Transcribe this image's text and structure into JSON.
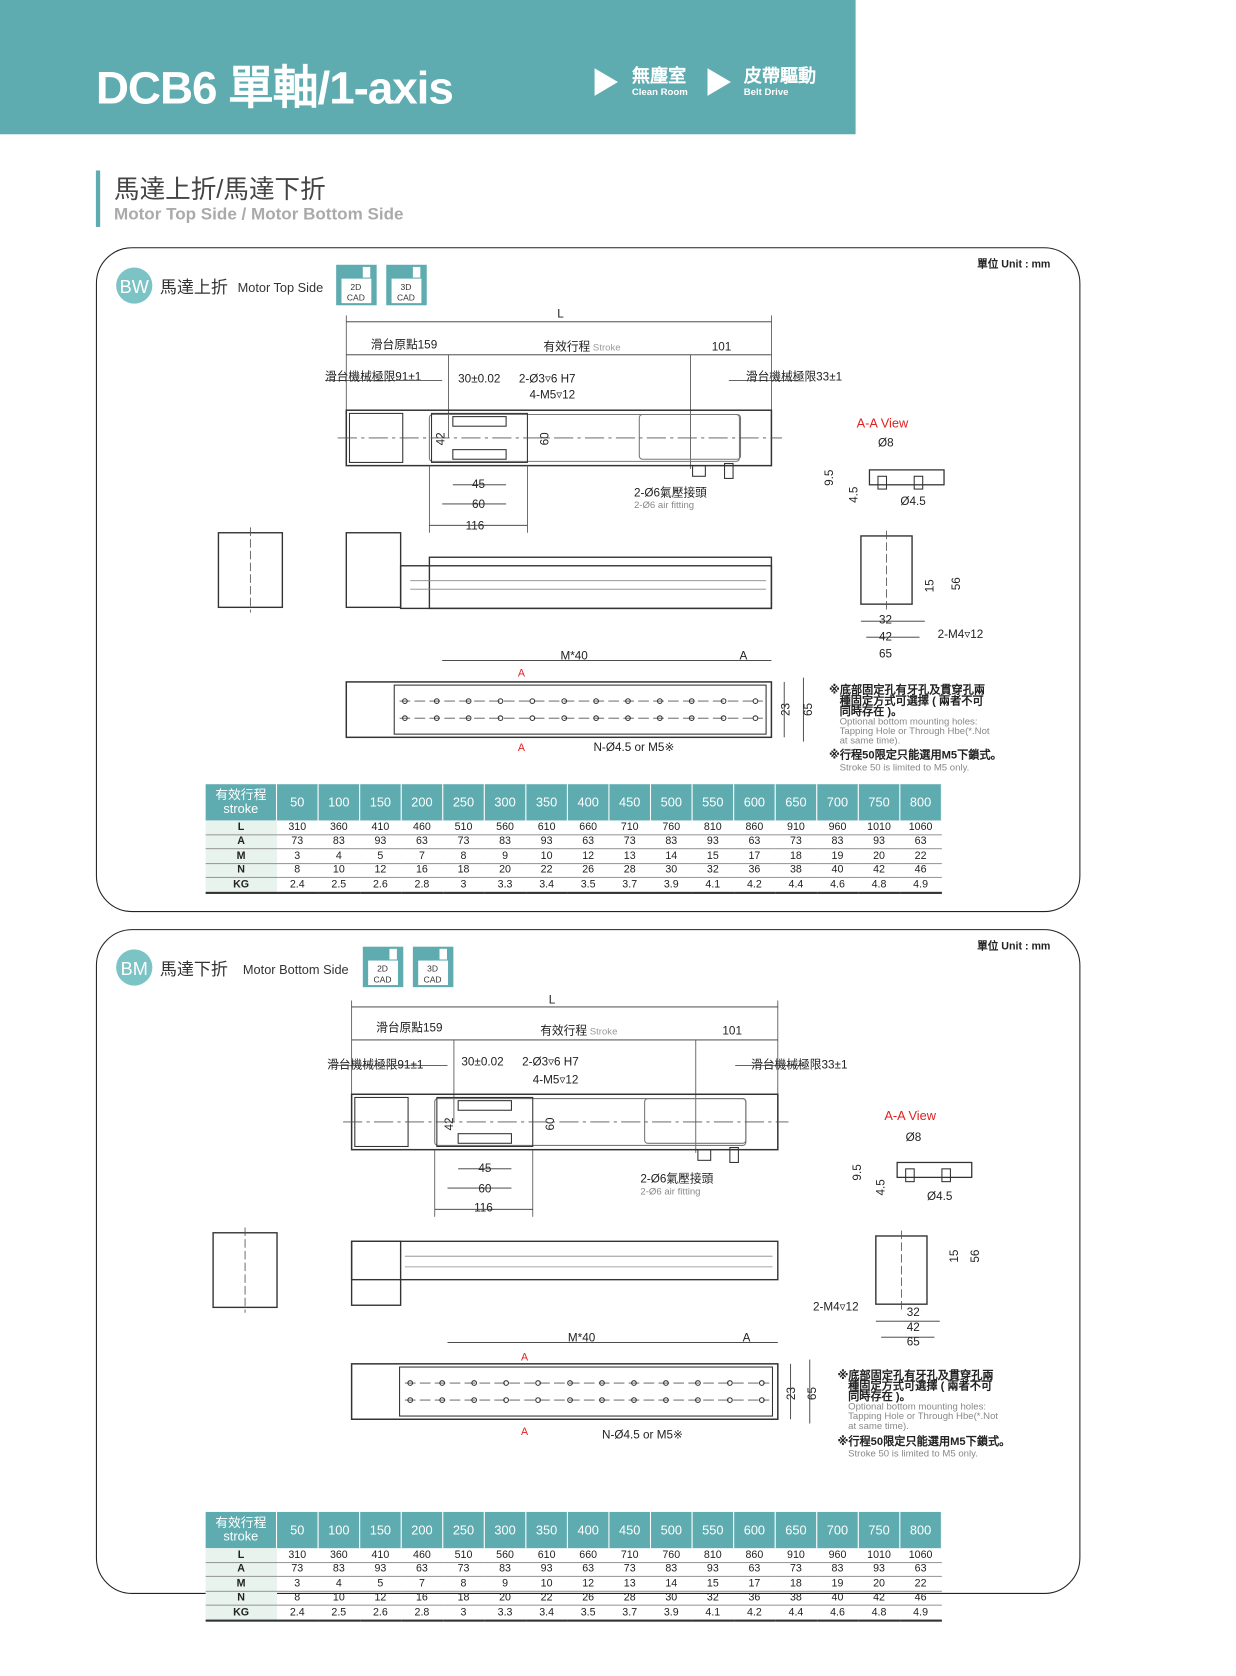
{
  "header": {
    "title": "DCB6",
    "title_cn": "單軸/1-axis",
    "tags": [
      {
        "cn": "無塵室",
        "en": "Clean Room"
      },
      {
        "cn": "皮帶驅動",
        "en": "Belt Drive"
      }
    ],
    "accent": "#5eabb0"
  },
  "section": {
    "title_cn": "馬達上折/馬達下折",
    "title_en": "Motor Top Side / Motor Bottom Side"
  },
  "panels": [
    {
      "badge": "BW",
      "name_cn": "馬達上折",
      "name_en": "Motor Top Side",
      "unit": "單位 Unit : mm",
      "cad": [
        {
          "a": "2D",
          "b": "CAD"
        },
        {
          "a": "3D",
          "b": "CAD"
        }
      ],
      "labels": {
        "L": "L",
        "origin": "滑台原點159",
        "stroke_cn": "有效行程",
        "stroke_en": "Stroke",
        "d101": "101",
        "lim_left": "滑台機械極限91±1",
        "tol": "30±0.02",
        "pin": "2-Ø3▿6 H7",
        "m5": "4-M5▿12",
        "lim_right": "滑台機械極限33±1",
        "d42": "42",
        "d60v": "60",
        "d45": "45",
        "d60": "60",
        "d116": "116",
        "air_cn": "2-Ø6氣壓接頭",
        "air_en": "2-Ø6 air fitting",
        "aa": "A-A View",
        "o8": "Ø8",
        "d95": "9.5",
        "d45b": "4.5",
        "o45": "Ø4.5",
        "d15": "15",
        "d56": "56",
        "d32": "32",
        "d42b": "42",
        "d65": "65",
        "m4": "2-M4▿12",
        "m40": "M*40",
        "a_top": "A",
        "a1": "A",
        "a2": "A",
        "d23": "23",
        "d65b": "65",
        "nhole": "N-Ø4.5 or M5※",
        "note1": "※底部固定孔有牙孔及貫穿孔兩",
        "note2": "種固定方式可選擇 ( 兩者不可",
        "note3": "同時存在 )。",
        "note4": "Optional  bottom mounting holes:",
        "note5": "Tapping Hole or Through Hbe(*.Not",
        "note6": "at same time).",
        "note7": "※行程50限定只能選用M5下鎖式。",
        "note8": "Stroke 50 is limited to M5 only."
      }
    },
    {
      "badge": "BM",
      "name_cn": "馬達下折",
      "name_en": "Motor Bottom Side",
      "unit": "單位 Unit : mm",
      "cad": [
        {
          "a": "2D",
          "b": "CAD"
        },
        {
          "a": "3D",
          "b": "CAD"
        }
      ],
      "labels": {
        "L": "L",
        "origin": "滑台原點159",
        "stroke_cn": "有效行程",
        "stroke_en": "Stroke",
        "d101": "101",
        "lim_left": "滑台機械極限91±1",
        "tol": "30±0.02",
        "pin": "2-Ø3▿6 H7",
        "m5": "4-M5▿12",
        "lim_right": "滑台機械極限33±1",
        "d42": "42",
        "d60v": "60",
        "d45": "45",
        "d60": "60",
        "d116": "116",
        "air_cn": "2-Ø6氣壓接頭",
        "air_en": "2-Ø6 air fitting",
        "aa": "A-A View",
        "o8": "Ø8",
        "d95": "9.5",
        "d45b": "4.5",
        "o45": "Ø4.5",
        "d15": "15",
        "d56": "56",
        "d32": "32",
        "d42b": "42",
        "d65": "65",
        "m4": "2-M4▿12",
        "m40": "M*40",
        "a_top": "A",
        "a1": "A",
        "a2": "A",
        "d23": "23",
        "d65b": "65",
        "nhole": "N-Ø4.5 or M5※",
        "note1": "※底部固定孔有牙孔及貫穿孔兩",
        "note2": "種固定方式可選擇 ( 兩者不可",
        "note3": "同時存在 )。",
        "note4": "Optional  bottom mounting holes:",
        "note5": "Tapping Hole or Through Hbe(*.Not",
        "note6": "at same time).",
        "note7": "※行程50限定只能選用M5下鎖式。",
        "note8": "Stroke 50 is limited to M5 only."
      }
    }
  ],
  "table": {
    "header_cn": "有效行程",
    "header_en": "stroke",
    "strokes": [
      "50",
      "100",
      "150",
      "200",
      "250",
      "300",
      "350",
      "400",
      "450",
      "500",
      "550",
      "600",
      "650",
      "700",
      "750",
      "800"
    ],
    "rows": [
      {
        "label": "L",
        "values": [
          "310",
          "360",
          "410",
          "460",
          "510",
          "560",
          "610",
          "660",
          "710",
          "760",
          "810",
          "860",
          "910",
          "960",
          "1010",
          "1060"
        ]
      },
      {
        "label": "A",
        "values": [
          "73",
          "83",
          "93",
          "63",
          "73",
          "83",
          "93",
          "63",
          "73",
          "83",
          "93",
          "63",
          "73",
          "83",
          "93",
          "63"
        ]
      },
      {
        "label": "M",
        "values": [
          "3",
          "4",
          "5",
          "7",
          "8",
          "9",
          "10",
          "12",
          "13",
          "14",
          "15",
          "17",
          "18",
          "19",
          "20",
          "22"
        ]
      },
      {
        "label": "N",
        "values": [
          "8",
          "10",
          "12",
          "16",
          "18",
          "20",
          "22",
          "26",
          "28",
          "30",
          "32",
          "36",
          "38",
          "40",
          "42",
          "46"
        ]
      },
      {
        "label": "KG",
        "values": [
          "2.4",
          "2.5",
          "2.6",
          "2.8",
          "3",
          "3.3",
          "3.4",
          "3.5",
          "3.7",
          "3.9",
          "4.1",
          "4.2",
          "4.4",
          "4.6",
          "4.8",
          "4.9"
        ]
      }
    ]
  }
}
